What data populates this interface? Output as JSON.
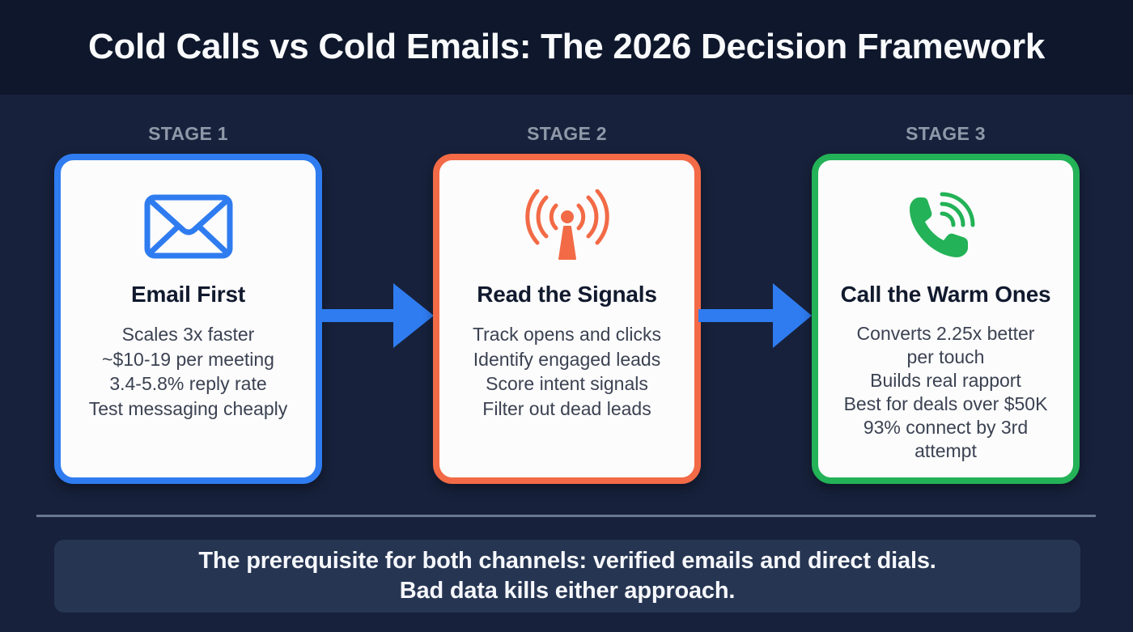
{
  "header": {
    "title": "Cold Calls vs Cold Emails: The 2026 Decision Framework"
  },
  "colors": {
    "header_bg": "#0e172b",
    "body_bg": "#17213b",
    "stage1_accent": "#2f7cf0",
    "stage2_accent": "#f26a46",
    "stage3_accent": "#23b257",
    "arrow": "#2f7cf0",
    "banner_bg": "#263552"
  },
  "stages": [
    {
      "label": "STAGE 1",
      "icon": "envelope-icon",
      "title": "Email First",
      "lines": [
        "Scales 3x faster",
        "~$10-19 per meeting",
        "3.4-5.8% reply rate",
        "Test messaging cheaply"
      ]
    },
    {
      "label": "STAGE 2",
      "icon": "signal-tower-icon",
      "title": "Read the Signals",
      "lines": [
        "Track opens and clicks",
        "Identify engaged leads",
        "Score intent signals",
        "Filter out dead leads"
      ]
    },
    {
      "label": "STAGE 3",
      "icon": "phone-ringing-icon",
      "title": "Call the Warm Ones",
      "lines": [
        "Converts 2.25x better",
        "per touch",
        "Builds real rapport",
        "Best for deals over $50K",
        "93% connect by 3rd",
        "attempt"
      ]
    }
  ],
  "arrows": [
    {
      "from": "STAGE 1",
      "to": "STAGE 2",
      "icon": "arrow-right-icon"
    },
    {
      "from": "STAGE 2",
      "to": "STAGE 3",
      "icon": "arrow-right-icon"
    }
  ],
  "footer": {
    "lines": [
      "The prerequisite for both channels: verified emails and direct dials.",
      "Bad data kills either approach."
    ]
  }
}
